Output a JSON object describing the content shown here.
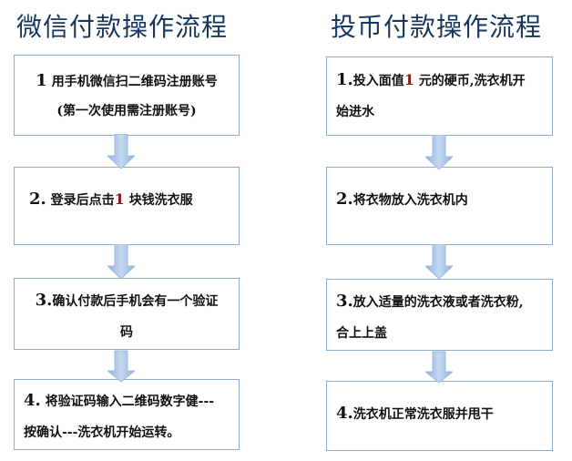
{
  "left": {
    "title": "微信付款操作流程",
    "steps": [
      {
        "num": "1",
        "lines": [
          "用手机微信扫二维码注册账号",
          "(第一次使用需注册账号)"
        ]
      },
      {
        "num": "2.",
        "pre": "登录后点击",
        "highlight": "1",
        "post": "块钱洗衣服"
      },
      {
        "num": "3.",
        "lines": [
          "确认付款后手机会有一个验证",
          "码"
        ]
      },
      {
        "num": "4.",
        "lines": [
          "将验证码输入二维码数字健---",
          "按确认---洗衣机开始运转。"
        ]
      }
    ]
  },
  "right": {
    "title": "投币付款操作流程",
    "steps": [
      {
        "num": "1.",
        "pre": "投入面值",
        "highlight": "1",
        "post": "元的硬币,洗衣机开",
        "line2": "始进水"
      },
      {
        "num": "2.",
        "text": "将衣物放入洗衣机内"
      },
      {
        "num": "3.",
        "lines": [
          "放入适量的洗衣液或者洗衣粉,",
          "合上上盖"
        ]
      },
      {
        "num": "4.",
        "text": "洗衣机正常洗衣服并甩干"
      }
    ]
  },
  "colors": {
    "title": "#17375e",
    "border": "#8eaacc",
    "arrow": "#9dbbe0",
    "highlight": "#8b1a1a"
  }
}
